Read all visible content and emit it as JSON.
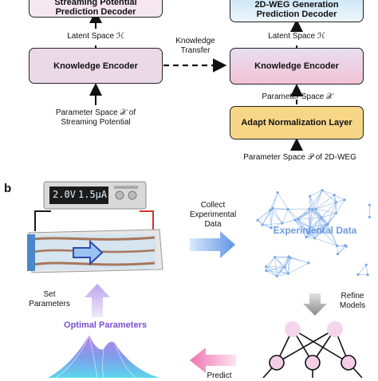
{
  "panel_a": {
    "left": {
      "decoder": "Streaming Potential\nPrediction Decoder",
      "latent": "Latent Space ℋ",
      "encoder": "Knowledge Encoder",
      "param": "Parameter Space 𝒳 of\nStreaming Potential"
    },
    "right": {
      "decoder": "2D-WEG Generation\nPrediction Decoder",
      "latent": "Latent Space ℋ",
      "encoder": "Knowledge Encoder",
      "param_mid": "Parameter Space 𝒳",
      "adapt": "Adapt Normalization Layer",
      "param_bottom": "Parameter Space 𝒫 of 2D-WEG"
    },
    "transfer": "Knowledge\nTransfer"
  },
  "panel_b": {
    "letter": "b",
    "display_voltage": "2.0V",
    "display_current": "1.5μA",
    "collect": "Collect\nExperimental\nData",
    "experimental_data": "Experimental Data",
    "refine": "Refine\nModels",
    "set_params": "Set\nParameters",
    "optimal": "Optimal Parameters",
    "predict": "Predict"
  },
  "colors": {
    "left_decoder": "#f5e6ec",
    "encoder_fill": "#ead7e6",
    "right_decoder": "#d9ecf7",
    "adapt_fill": "#f7d58a",
    "arrow_blue": "#7da6e8",
    "arrow_pink": "#f08ac0",
    "experimental_blue": "#5b8fd6"
  }
}
